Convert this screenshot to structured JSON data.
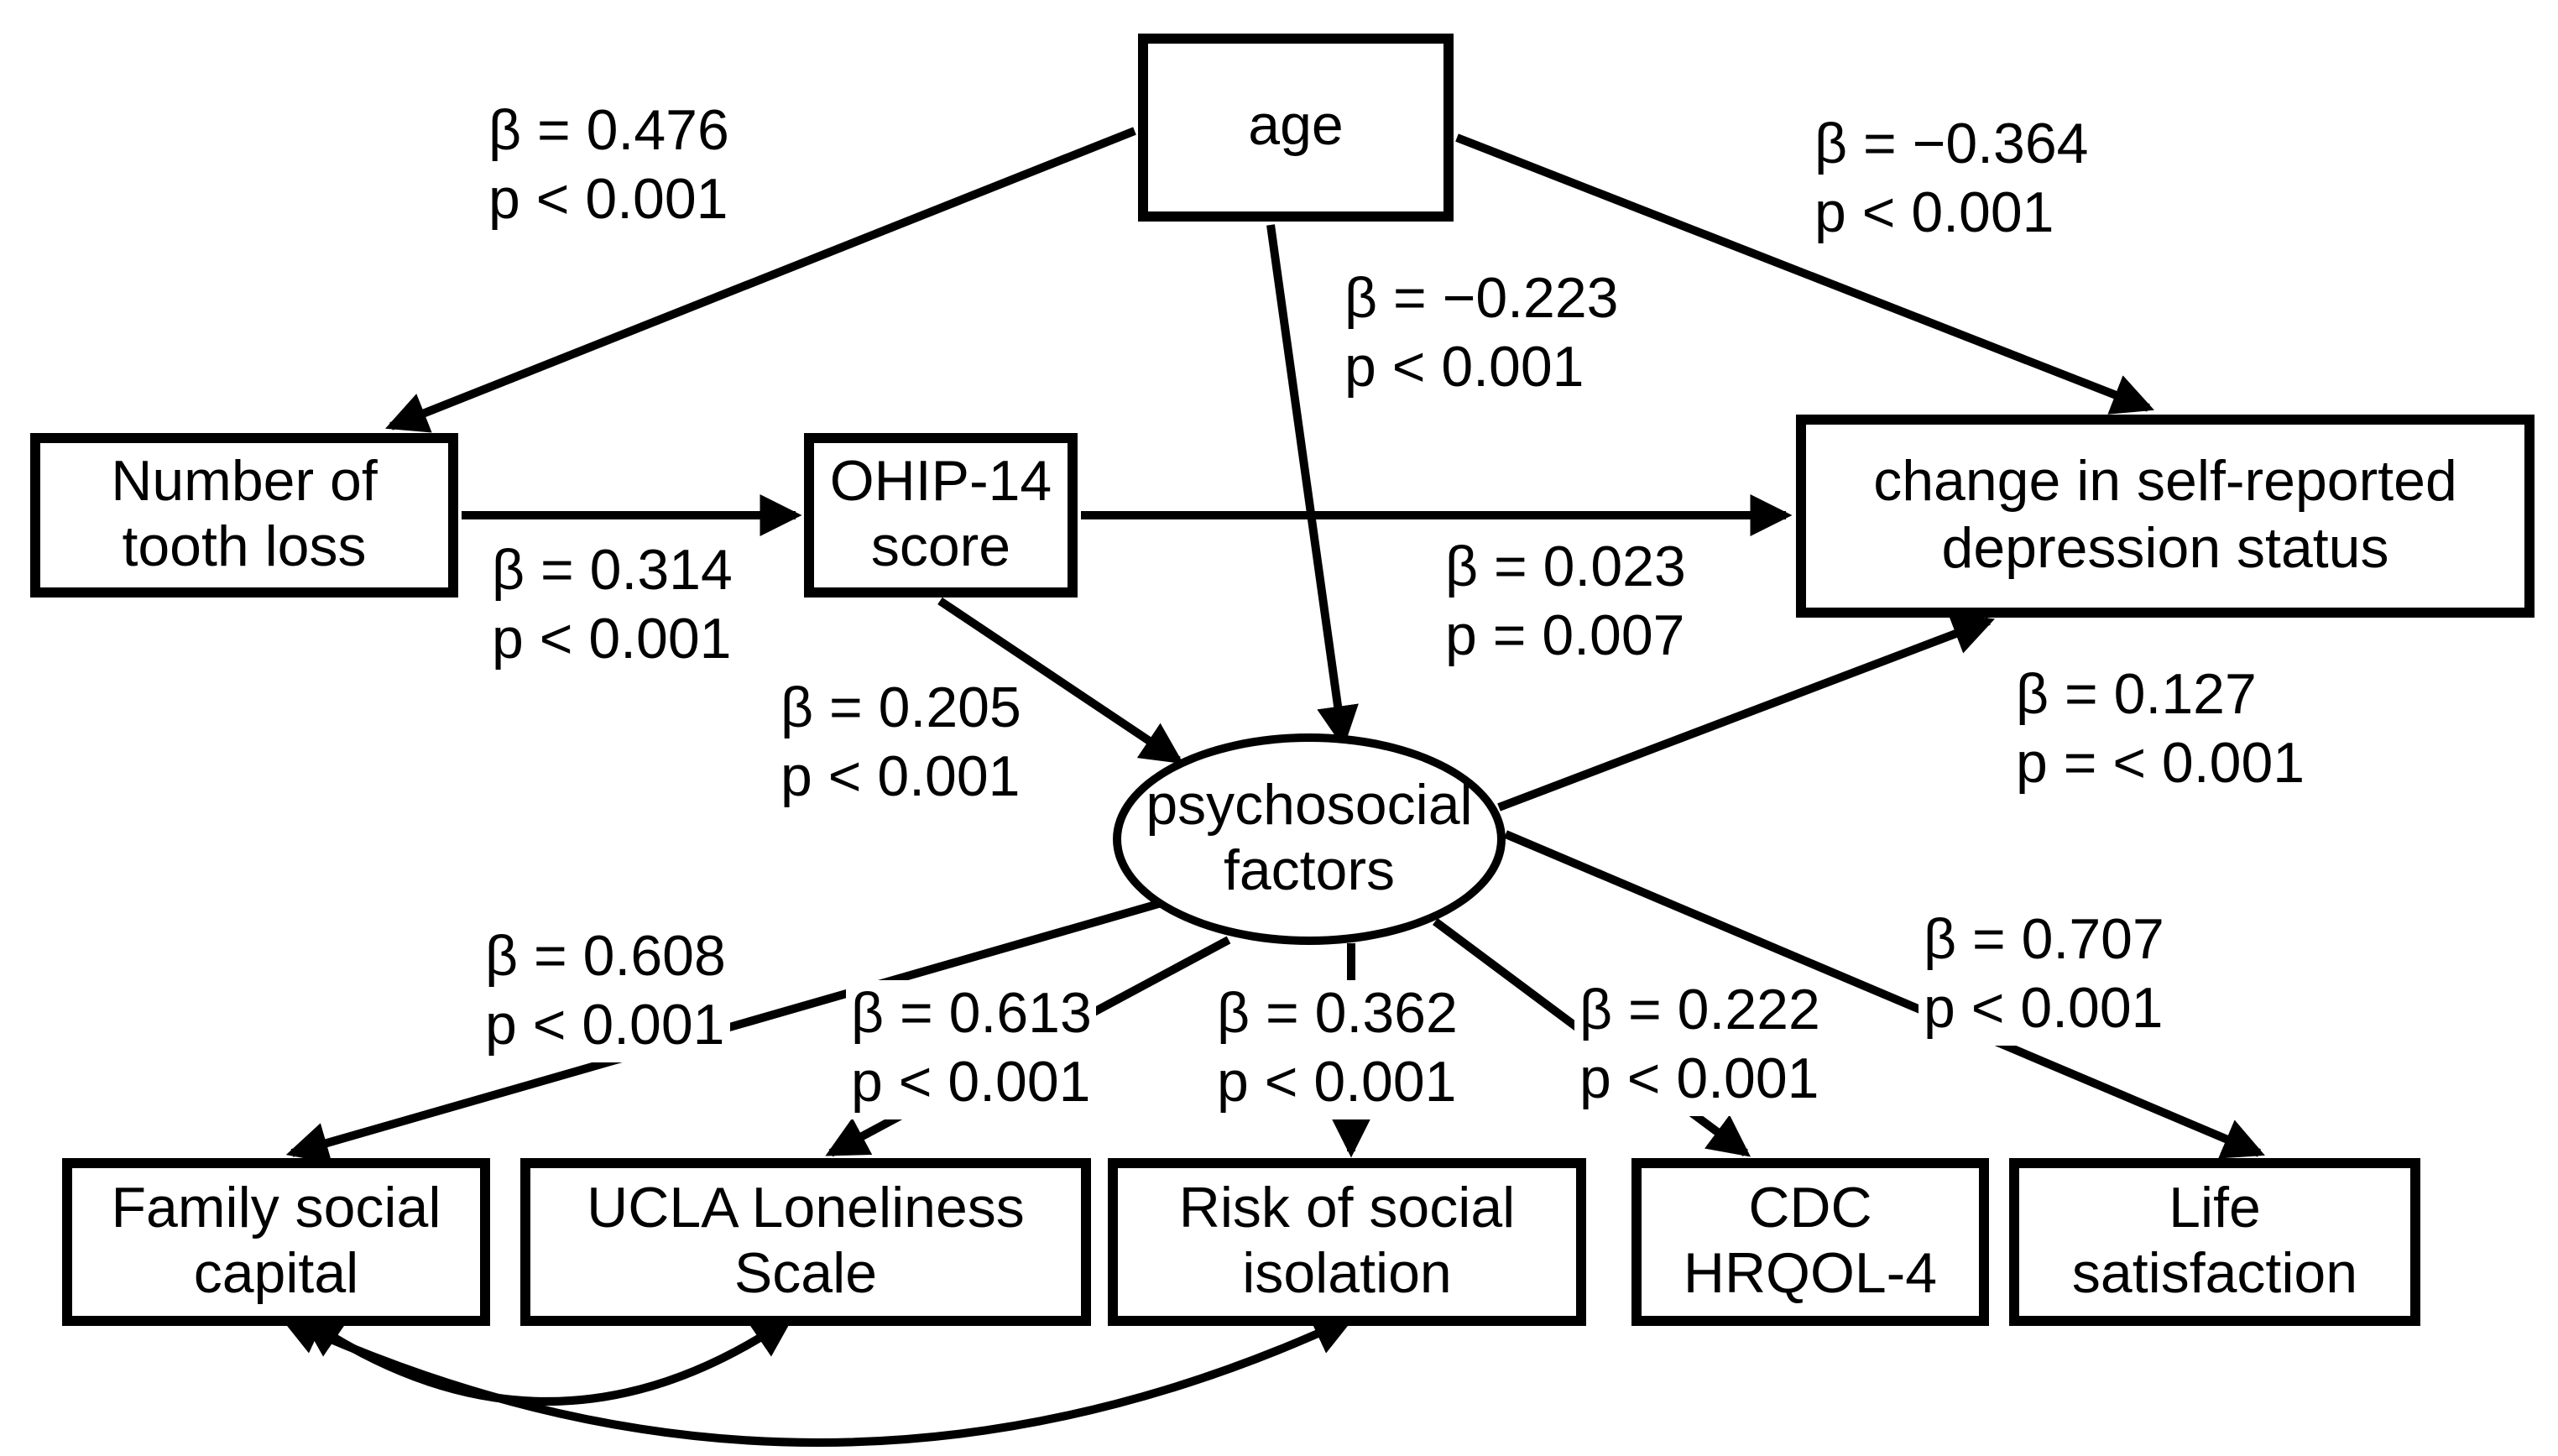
{
  "figure": {
    "type": "path-diagram",
    "background_color": "#ffffff",
    "line_color": "#000000",
    "nodes": {
      "age": {
        "label": "age",
        "shape": "rect"
      },
      "tooth_loss": {
        "label": "Number of\ntooth loss",
        "shape": "rect"
      },
      "ohip": {
        "label": "OHIP-14\nscore",
        "shape": "rect"
      },
      "depression": {
        "label": "change in self-reported\ndepression status",
        "shape": "rect"
      },
      "psychosocial": {
        "label": "psychosocial\nfactors",
        "shape": "ellipse"
      },
      "family": {
        "label": "Family social\ncapital",
        "shape": "rect"
      },
      "ucla": {
        "label": "UCLA Loneliness\nScale",
        "shape": "rect"
      },
      "isolation": {
        "label": "Risk of social\nisolation",
        "shape": "rect"
      },
      "cdc": {
        "label": "CDC\nHRQOL-4",
        "shape": "rect"
      },
      "life": {
        "label": "Life\nsatisfaction",
        "shape": "rect"
      }
    },
    "edge_labels": {
      "age_tooth": {
        "text": "β = 0.476\np < 0.001"
      },
      "age_depression": {
        "text": "β = −0.364\np < 0.001"
      },
      "age_psychosocial": {
        "text": "β = −0.223\np < 0.001"
      },
      "tooth_ohip": {
        "text": "β = 0.314\np < 0.001"
      },
      "ohip_depression": {
        "text": "β = 0.023\np = 0.007"
      },
      "ohip_psychosocial": {
        "text": "β = 0.205\np < 0.001"
      },
      "psychosocial_depression": {
        "text": "β = 0.127\np = < 0.001"
      },
      "psychosocial_family": {
        "text": "β = 0.608\np < 0.001"
      },
      "psychosocial_ucla": {
        "text": "β = 0.613\np < 0.001"
      },
      "psychosocial_isolation": {
        "text": "β = 0.362\np < 0.001"
      },
      "psychosocial_cdc": {
        "text": "β = 0.222\np < 0.001"
      },
      "psychosocial_life": {
        "text": "β = 0.707\np < 0.001"
      }
    }
  }
}
